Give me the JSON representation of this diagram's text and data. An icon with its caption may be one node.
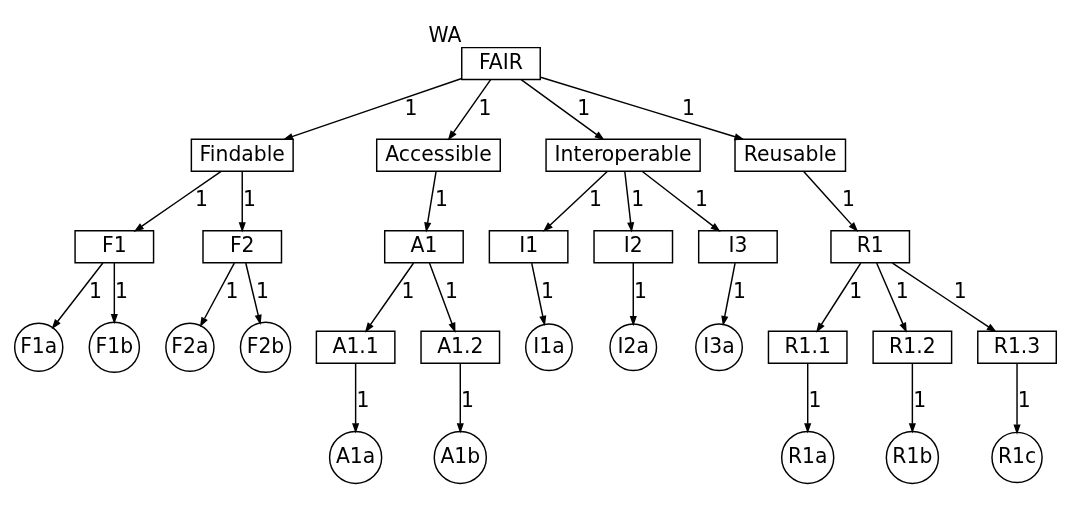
{
  "diagram": {
    "nodes": [
      {
        "text": [
          "FAIR"
        ],
        "beside": [
          "WA"
        ]
      },
      {
        "text": [
          "Findable"
        ]
      },
      {
        "text": [
          "Accessible"
        ]
      },
      {
        "text": [
          "Interoperable"
        ]
      },
      {
        "text": [
          "Reusable"
        ]
      },
      {
        "text": [
          "F1"
        ]
      },
      {
        "text": [
          "F2"
        ]
      },
      {
        "text": [
          "F1a"
        ]
      },
      {
        "text": [
          "F1b"
        ]
      },
      {
        "text": [
          "F2a"
        ]
      },
      {
        "text": [
          "F2b"
        ]
      },
      {
        "text": [
          "A1"
        ]
      },
      {
        "text": [
          "A1.1"
        ]
      },
      {
        "text": [
          "A1.2"
        ]
      },
      {
        "text": [
          "A1a"
        ]
      },
      {
        "text": [
          "A1b"
        ]
      },
      {
        "text": [
          "I1"
        ]
      },
      {
        "text": [
          "I2"
        ]
      },
      {
        "text": [
          "I3"
        ]
      },
      {
        "text": [
          "I1a"
        ]
      },
      {
        "text": [
          "I2a"
        ]
      },
      {
        "text": [
          "I3a"
        ]
      },
      {
        "text": [
          "R1"
        ]
      },
      {
        "text": [
          "R1.1"
        ]
      },
      {
        "text": [
          "R1.2"
        ]
      },
      {
        "text": [
          "R1.3"
        ]
      },
      {
        "text": [
          "R1a"
        ]
      },
      {
        "text": [
          "R1b"
        ]
      },
      {
        "text": [
          "R1c"
        ]
      }
    ],
    "edges": [
      {
        "from": 0,
        "to": 1,
        "label": "1",
        "arrow": "to"
      },
      {
        "from": 0,
        "to": 2,
        "label": "1",
        "arrow": "to"
      },
      {
        "from": 0,
        "to": 3,
        "label": "1",
        "arrow": "to"
      },
      {
        "from": 0,
        "to": 4,
        "label": "1",
        "arrow": "to"
      },
      {
        "from": 1,
        "to": 5,
        "label": "1",
        "arrow": "to"
      },
      {
        "from": 1,
        "to": 6,
        "label": "1",
        "arrow": "to"
      },
      {
        "from": 5,
        "to": 7,
        "label": "1",
        "arrow": "to"
      },
      {
        "from": 5,
        "to": 8,
        "label": "1",
        "arrow": "to"
      },
      {
        "from": 6,
        "to": 9,
        "label": "1",
        "arrow": "to"
      },
      {
        "from": 6,
        "to": 10,
        "label": "1",
        "arrow": "to"
      },
      {
        "from": 2,
        "to": 11,
        "label": "1",
        "arrow": "to"
      },
      {
        "from": 11,
        "to": 12,
        "label": "1",
        "arrow": "to"
      },
      {
        "from": 11,
        "to": 13,
        "label": "1",
        "arrow": "to"
      },
      {
        "from": 12,
        "to": 14,
        "label": "1",
        "arrow": "to"
      },
      {
        "from": 13,
        "to": 15,
        "label": "1",
        "arrow": "to"
      },
      {
        "from": 3,
        "to": 16,
        "label": "1",
        "arrow": "to"
      },
      {
        "from": 3,
        "to": 17,
        "label": "1",
        "arrow": "to"
      },
      {
        "from": 3,
        "to": 18,
        "label": "1",
        "arrow": "to"
      },
      {
        "from": 16,
        "to": 19,
        "label": "1",
        "arrow": "to"
      },
      {
        "from": 17,
        "to": 20,
        "label": "1",
        "arrow": "to"
      },
      {
        "from": 18,
        "to": 21,
        "label": "1",
        "arrow": "to"
      },
      {
        "from": 4,
        "to": 22,
        "label": "1",
        "arrow": "to"
      },
      {
        "from": 22,
        "to": 23,
        "label": "1",
        "arrow": "to"
      },
      {
        "from": 22,
        "to": 24,
        "label": "1",
        "arrow": "to"
      },
      {
        "from": 22,
        "to": 25,
        "label": "1",
        "arrow": "to"
      },
      {
        "from": 23,
        "to": 26,
        "label": "1",
        "arrow": "to"
      },
      {
        "from": 24,
        "to": 27,
        "label": "1",
        "arrow": "to"
      },
      {
        "from": 25,
        "to": 28,
        "label": "1",
        "arrow": "to"
      }
    ]
  }
}
